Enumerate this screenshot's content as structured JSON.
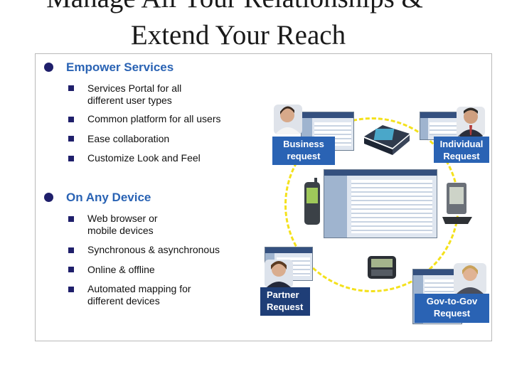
{
  "slide": {
    "title_line1": "Manage All Your Relationships &",
    "title_line2": "Extend Your Reach"
  },
  "sections": [
    {
      "heading": "Empower Services",
      "items": [
        [
          "Services Portal for all",
          "different user types"
        ],
        [
          "Common platform for all users"
        ],
        [
          "Ease collaboration"
        ],
        [
          "Customize Look and Feel"
        ]
      ]
    },
    {
      "heading": "On Any Device",
      "items": [
        [
          "Web browser or",
          "mobile devices"
        ],
        [
          "Synchronous & asynchronous"
        ],
        [
          "Online & offline"
        ],
        [
          "Automated mapping for",
          "different devices"
        ]
      ]
    }
  ],
  "labels": {
    "business": [
      "Business",
      "request"
    ],
    "individual": [
      "Individual",
      "Request"
    ],
    "partner": [
      "Partner",
      "Request"
    ],
    "gov": [
      "Gov-to-Gov",
      "Request"
    ]
  },
  "colors": {
    "heading": "#2a63b4",
    "bullet": "#1f1f6b",
    "label_bg": "#2a63b4",
    "ring": "#f4e11c"
  }
}
